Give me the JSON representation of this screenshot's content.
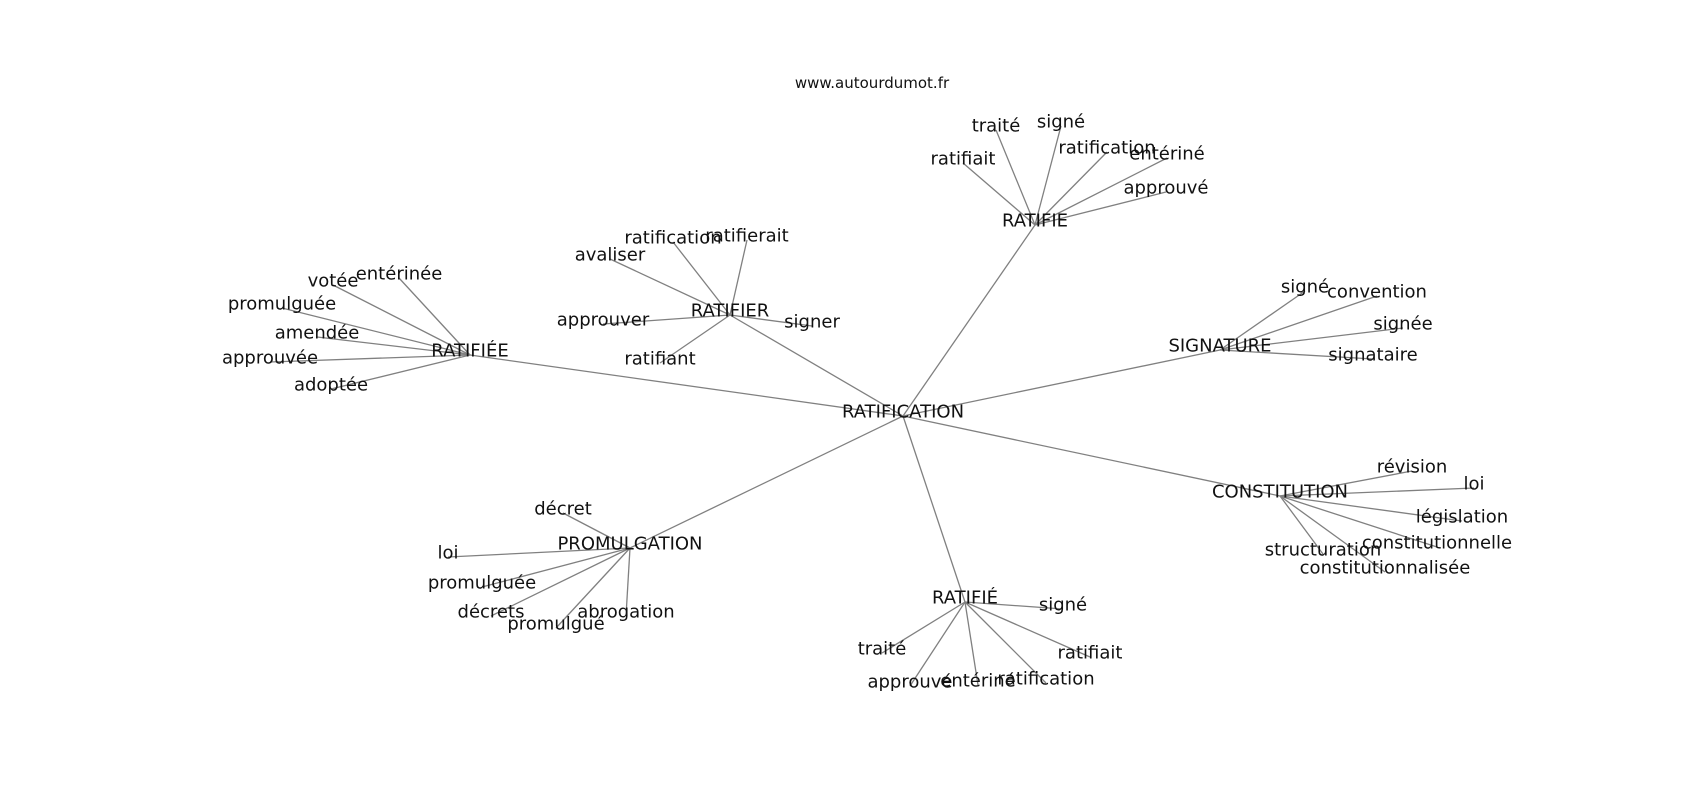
{
  "site": "www.autourdumot.fr",
  "center": "RATIFICATION",
  "clusters": [
    {
      "label": "RATIFIE",
      "words": [
        "ratifiait",
        "traité",
        "signé",
        "ratification",
        "entériné",
        "approuvé"
      ]
    },
    {
      "label": "RATIFIER",
      "words": [
        "avaliser",
        "ratification",
        "ratifierait",
        "approuver",
        "signer",
        "ratifiant"
      ]
    },
    {
      "label": "RATIFIÉE",
      "words": [
        "votée",
        "entérinée",
        "promulguée",
        "amendée",
        "approuvée",
        "adoptée"
      ]
    },
    {
      "label": "SIGNATURE",
      "words": [
        "signé",
        "convention",
        "signée",
        "signataire"
      ]
    },
    {
      "label": "CONSTITUTION",
      "words": [
        "révision",
        "loi",
        "législation",
        "constitutionnelle",
        "structuration",
        "constitutionnalisée"
      ]
    },
    {
      "label": "PROMULGATION",
      "words": [
        "décret",
        "loi",
        "promulguée",
        "décrets",
        "promulgué",
        "abrogation"
      ]
    },
    {
      "label": "RATIFIÉ",
      "words": [
        "signé",
        "traité",
        "approuvé",
        "entériné",
        "ratification",
        "ratifiait"
      ]
    }
  ]
}
